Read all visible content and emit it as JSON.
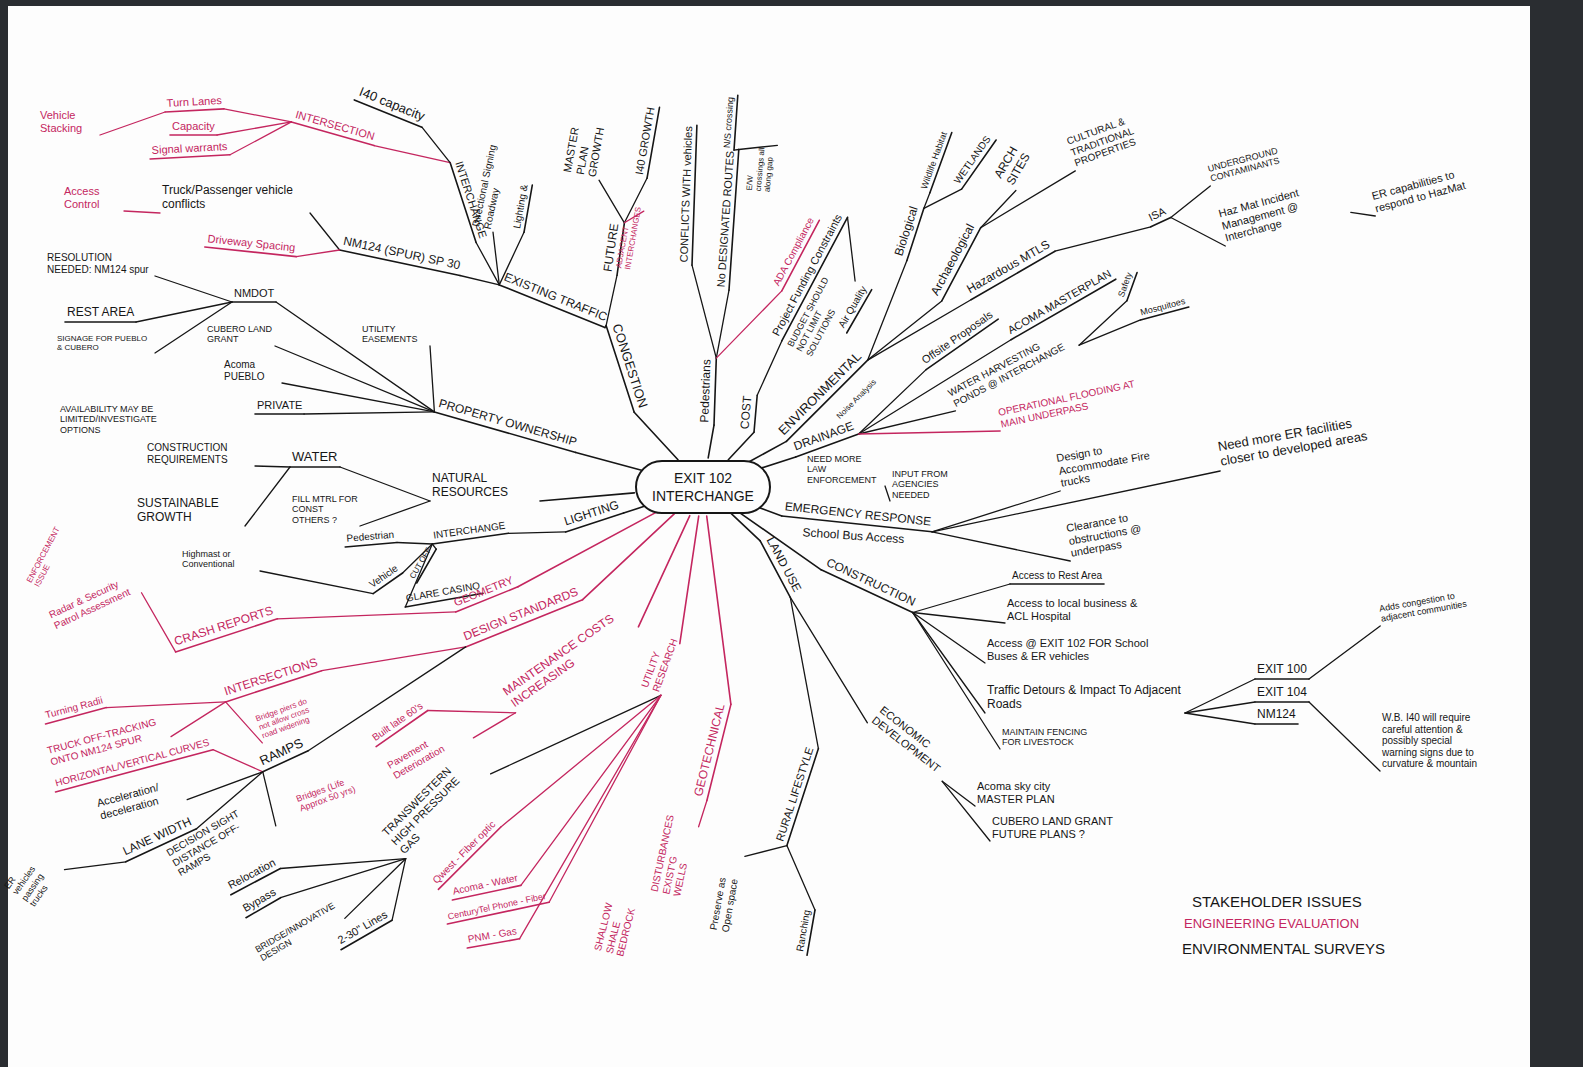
{
  "diagram": {
    "nodes": [
      {
        "text": [
          "EXIT 102 INTERCHANGE"
        ]
      }
    ],
    "labels": [
      "Vehicle Stacking",
      "Turn Lanes",
      "Capacity",
      "Signal warrants",
      "INTERSECTION",
      "I40 capacity",
      "Access Control",
      "Truck/Passenger vehicle conflicts",
      "Driveway Spacing",
      "INTERCHANGE",
      "NM124 (SPUR) SP 30",
      "Directional Signing Roadway",
      "Lighting &",
      "EXISTING TRAFFIC",
      "MASTER PLAN GROWTH",
      "I40 GROWTH",
      "FUTURE",
      "ADJACENT INTERCHANGES",
      "CONGESTION",
      "CONFLICTS WITH vehicles",
      "No DESIGNATED ROUTES",
      "N/S crossing",
      "Pedestrians",
      "E/W crossings all along gap",
      "ADA Compliance",
      "COST",
      "Project Funding Constraints",
      "BUDGET SHOULD NOT LIMIT SOLUTIONS",
      "ENVIRONMENTAL",
      "Air Quality",
      "Noise Analysis",
      "Biological",
      "Wildlife Habitat",
      "WETLANDS",
      "Archaeological",
      "ARCH SITES",
      "CULTURAL & TRADITIONAL PROPERTIES",
      "Hazardous MTLS",
      "ISA",
      "UNDERGROUND CONTAMINANTS",
      "Haz Mat Incident Management @ Interchange",
      "ER capabilities to respond to HazMat",
      "Offsite Proposals",
      "ACOMA MASTERPLAN",
      "WATER HARVESTING PONDS @ INTERCHANGE",
      "Safety",
      "Mosquitoes",
      "DRAINAGE",
      "OPERATIONAL FLOODING AT MAIN UNDERPASS",
      "Need more ER facilities closer to developed areas",
      "NEED MORE LAW ENFORCEMENT",
      "INPUT FROM AGENCIES NEEDED",
      "EMERGENCY RESPONSE",
      "School Bus Access",
      "Design to Accommodate Fire trucks",
      "Clearance to obstructions @ underpass",
      "CONSTRUCTION",
      "Access to Rest Area",
      "Access to local business & ACL Hospital",
      "Access @ EXIT 102 FOR School Buses & ER vehicles",
      "Traffic Detours & Impact To Adjacent Roads",
      "EXIT 100",
      "EXIT 104",
      "NM124",
      "Adds congestion to adjacent communities",
      "W.B. I40 will require careful attention & possibly special warning signs due to curvature & mountain",
      "MAINTAIN FENCING FOR LIVESTOCK",
      "LAND USE",
      "ECONOMIC DEVELOPMENT",
      "Acoma sky city MASTER PLAN",
      "CUBERO LAND GRANT FUTURE PLANS ?",
      "RURAL LIFESTYLE",
      "Preserve as Open space",
      "Ranching",
      "GEOTECHNICAL",
      "SHALLOW SHALE BEDROCK",
      "DISTURBANCES EXIST'G WELLS",
      "UTILITY RESEARCH",
      "TRANSWESTERN HIGH PRESSURE GAS",
      "Qwest - Fiber optic",
      "Acoma - Water",
      "CenturyTel Phone - Fiber",
      "PNM - Gas",
      "Relocation",
      "Bypass",
      "BRIDGE/INNOVATIVE DESIGN",
      "2-30\" Lines",
      "MAINTENANCE COSTS INCREASING",
      "Built late 60's",
      "Pavement Deterioration",
      "Bridges (Life Approx 50 yrs)",
      "DESIGN STANDARDS",
      "GEOMETRY",
      "LIGHTING",
      "INTERCHANGE",
      "Pedestrian",
      "Vehicle",
      "CUT OFF",
      "GLARE CASINO",
      "Highmast or Conventional",
      "ENFORCEMENT ISSUE",
      "Radar & Security Patrol Assessment",
      "CRASH REPORTS",
      "INTERSECTIONS",
      "Turning Radii",
      "TRUCK OFF-TRACKING ONTO NM124 SPUR",
      "HORIZONTAL/VERTICAL CURVES",
      "Bridge piers do not allow cross road widening",
      "RAMPS",
      "Acceleration/ deceleration",
      "LANE WIDTH",
      "DECISION SIGHT DISTANCE OFF-RAMPS",
      "ER vehicles passing trucks",
      "PROPERTY OWNERSHIP",
      "UTILITY EASEMENTS",
      "NMDOT",
      "CUBERO LAND GRANT",
      "Acoma PUEBLO",
      "PRIVATE",
      "RESOLUTION NEEDED: NM124 spur",
      "REST AREA",
      "SIGNAGE FOR PUEBLO & CUBERO",
      "AVAILABILITY MAY BE LIMITED/INVESTIGATE OPTIONS",
      "CONSTRUCTION REQUIREMENTS",
      "WATER",
      "NATURAL RESOURCES",
      "FILL MTRL FOR CONST OTHERS ?",
      "SUSTAINABLE GROWTH",
      "STAKEHOLDER ISSUES",
      "ENGINEERING EVALUATION",
      "ENVIRONMENTAL SURVEYS"
    ]
  }
}
